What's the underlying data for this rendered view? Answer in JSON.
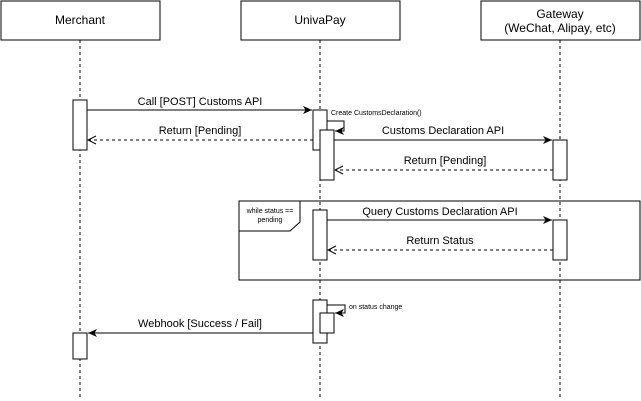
{
  "participants": {
    "merchant": "Merchant",
    "univapay": "UnivaPay",
    "gateway_line1": "Gateway",
    "gateway_line2": "(WeChat, Alipay, etc)"
  },
  "messages": {
    "call_customs_api": "Call [POST] Customs API",
    "create_customs_declaration": "Create CustomsDeclaration()",
    "return_pending_merchant": "Return [Pending]",
    "customs_declaration_api": "Customs Declaration API",
    "return_pending_gateway": "Return [Pending]",
    "query_customs_declaration_api": "Query Customs Declaration API",
    "return_status": "Return Status",
    "on_status_change": "on status change",
    "webhook": "Webhook [Success / Fail]"
  },
  "loop": {
    "label_line1": "while status ==",
    "label_line2": "pending"
  }
}
